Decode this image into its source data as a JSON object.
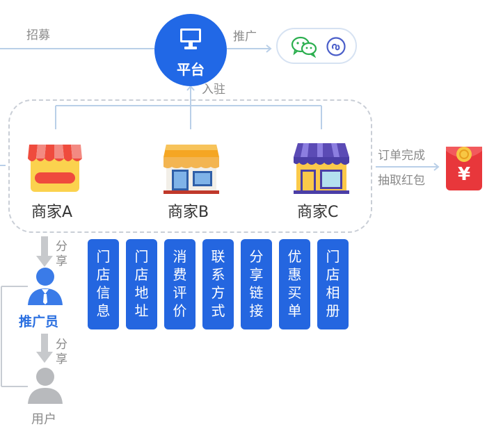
{
  "platform": {
    "name": "平台",
    "icon": "monitor-icon"
  },
  "recruit_label": "招募",
  "promote_label": "推广",
  "channels": [
    "wechat-icon",
    "mini-program-icon"
  ],
  "join_label": "入驻",
  "merchants": [
    {
      "name": "商家A",
      "icon": "red-storefront-icon"
    },
    {
      "name": "商家B",
      "icon": "orange-storefront-icon"
    },
    {
      "name": "商家C",
      "icon": "purple-storefront-icon"
    }
  ],
  "order_complete_label": "订单完成",
  "red_packet_label": "抽取红包",
  "red_packet_symbol": "¥",
  "share_label_1": "分享",
  "share_label_2": "分享",
  "promoter_label": "推广员",
  "user_label": "用户",
  "features": [
    "门店信息",
    "门店地址",
    "消费评价",
    "联系方式",
    "分享链接",
    "优惠买单",
    "门店相册"
  ],
  "colors": {
    "primary_blue": "#2168e6",
    "feature_blue": "#2466e0",
    "red": "#e8373b",
    "gray": "#8a8a8a"
  }
}
